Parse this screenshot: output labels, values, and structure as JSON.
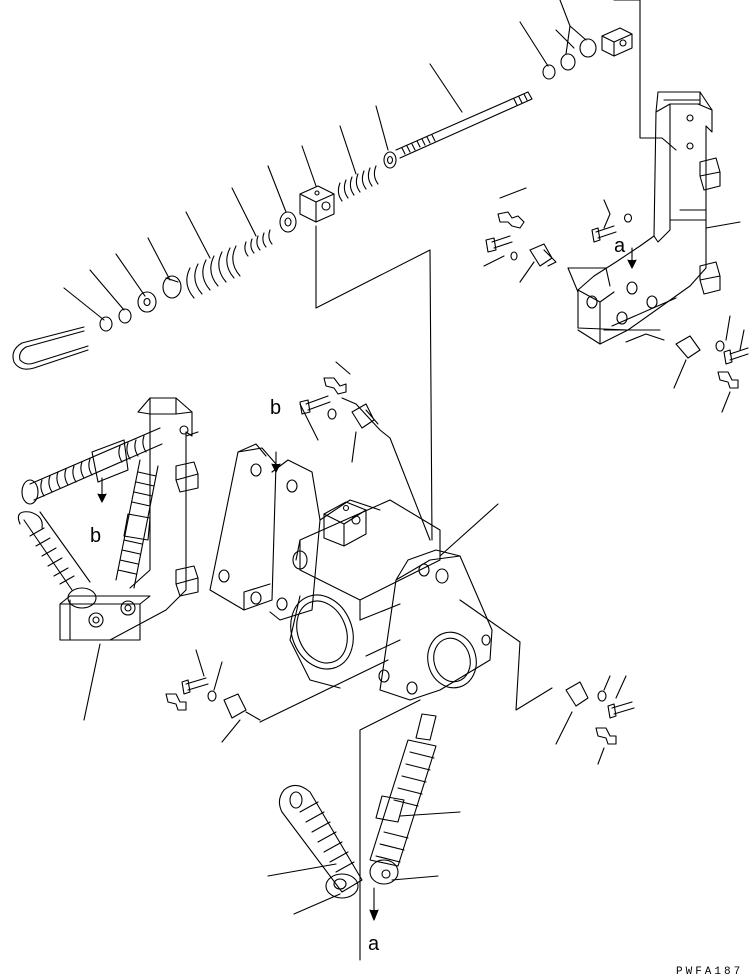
{
  "callouts": {
    "a_top": "a",
    "a_bottom": "a",
    "b_left": "b",
    "b_mid": "b"
  },
  "drawing_code": "PWFA187",
  "colors": {
    "line": "#000000",
    "background": "#ffffff"
  }
}
